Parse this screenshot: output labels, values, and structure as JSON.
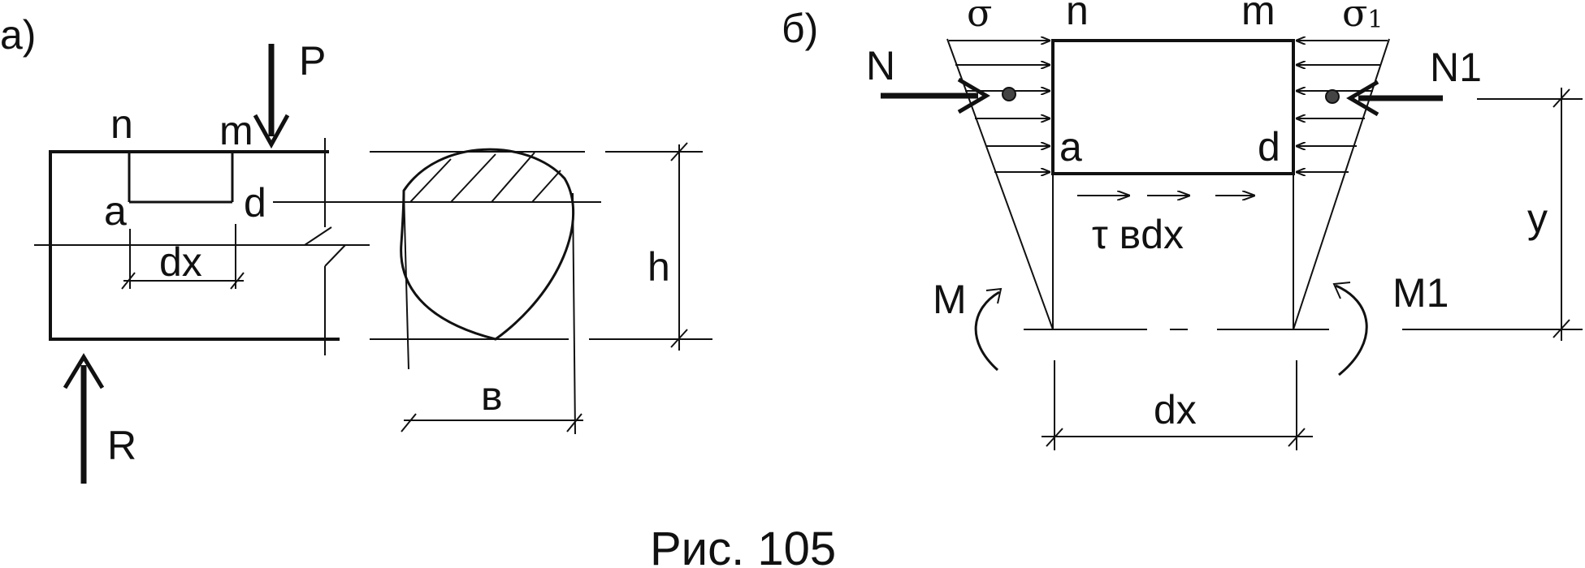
{
  "figure": {
    "caption": "Рис. 105",
    "part_a": {
      "tag": "а)",
      "force_top": "P",
      "force_bottom": "R",
      "point_n": "n",
      "point_m": "m",
      "point_a": "a",
      "point_d": "d",
      "width_element": "dx",
      "height": "h",
      "section_width": "в"
    },
    "part_b": {
      "tag": "б)",
      "stress_left": "σ",
      "stress_right": "σ",
      "stress_right_sub": "1",
      "point_n": "n",
      "point_m": "m",
      "point_a": "a",
      "point_d": "d",
      "force_left": "N",
      "force_right": "N1",
      "shear": "τ вdx",
      "moment_left": "M",
      "moment_right": "M1",
      "coord_y": "y",
      "width_element": "dx"
    }
  }
}
